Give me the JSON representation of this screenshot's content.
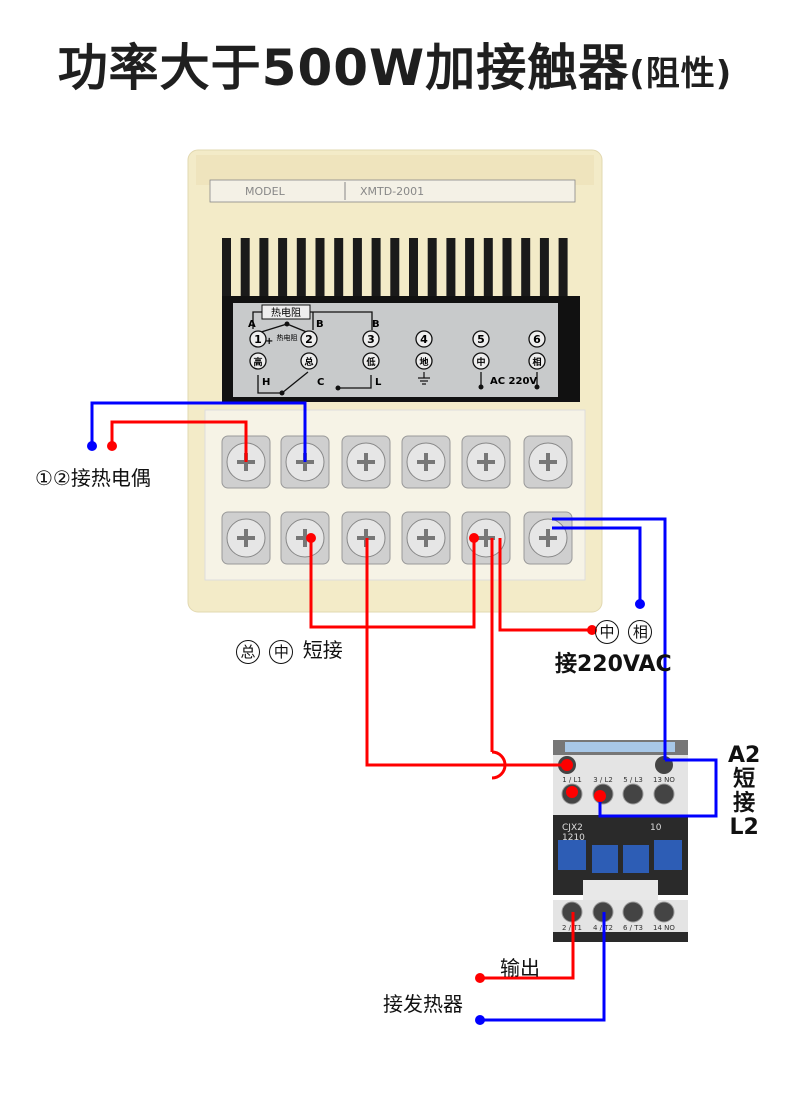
{
  "title": {
    "main": "功率大于500W加接触器",
    "suffix": "(阻性)"
  },
  "controller": {
    "label_plate": {
      "model_label": "MODEL",
      "model_value": "XMTD-2001"
    },
    "wiring_panel": {
      "sensor_box": "热电阻",
      "thermocouple_small": "热电阻",
      "letters": {
        "a": "A",
        "b1": "B",
        "b2": "B",
        "h": "H",
        "c": "C",
        "l": "L",
        "plus": "+",
        "minus": "-"
      },
      "terminals": [
        {
          "num": "1",
          "name": "高"
        },
        {
          "num": "2",
          "name": "总"
        },
        {
          "num": "3",
          "name": "低"
        },
        {
          "num": "4",
          "name": "地"
        },
        {
          "num": "5",
          "name": "中"
        },
        {
          "num": "6",
          "name": "相"
        }
      ],
      "power_label": "AC 220V"
    }
  },
  "annotations": {
    "thermocouple": "①②接热电偶",
    "short_prefix_1": "总",
    "short_prefix_2": "中",
    "short_text": "短接",
    "power_c1": "中",
    "power_c2": "相",
    "power_text": "接220VAC",
    "a2_short": [
      "A2",
      "短",
      "接",
      "L2"
    ],
    "output": "输出",
    "heater": "接发热器"
  },
  "contactor": {
    "model": [
      "CJX2",
      "1210"
    ],
    "aux": "10",
    "top_terminals": [
      "1 / L1",
      "3 / L2",
      "5 / L3",
      "13 NO"
    ],
    "bottom_terminals": [
      "2 / T1",
      "4 / T2",
      "6 / T3",
      "14 NO"
    ]
  },
  "colors": {
    "live_wire": "#ff0000",
    "neutral_wire": "#0000ff",
    "housing": "#f3ebc8",
    "panel": "#c8cacb"
  }
}
